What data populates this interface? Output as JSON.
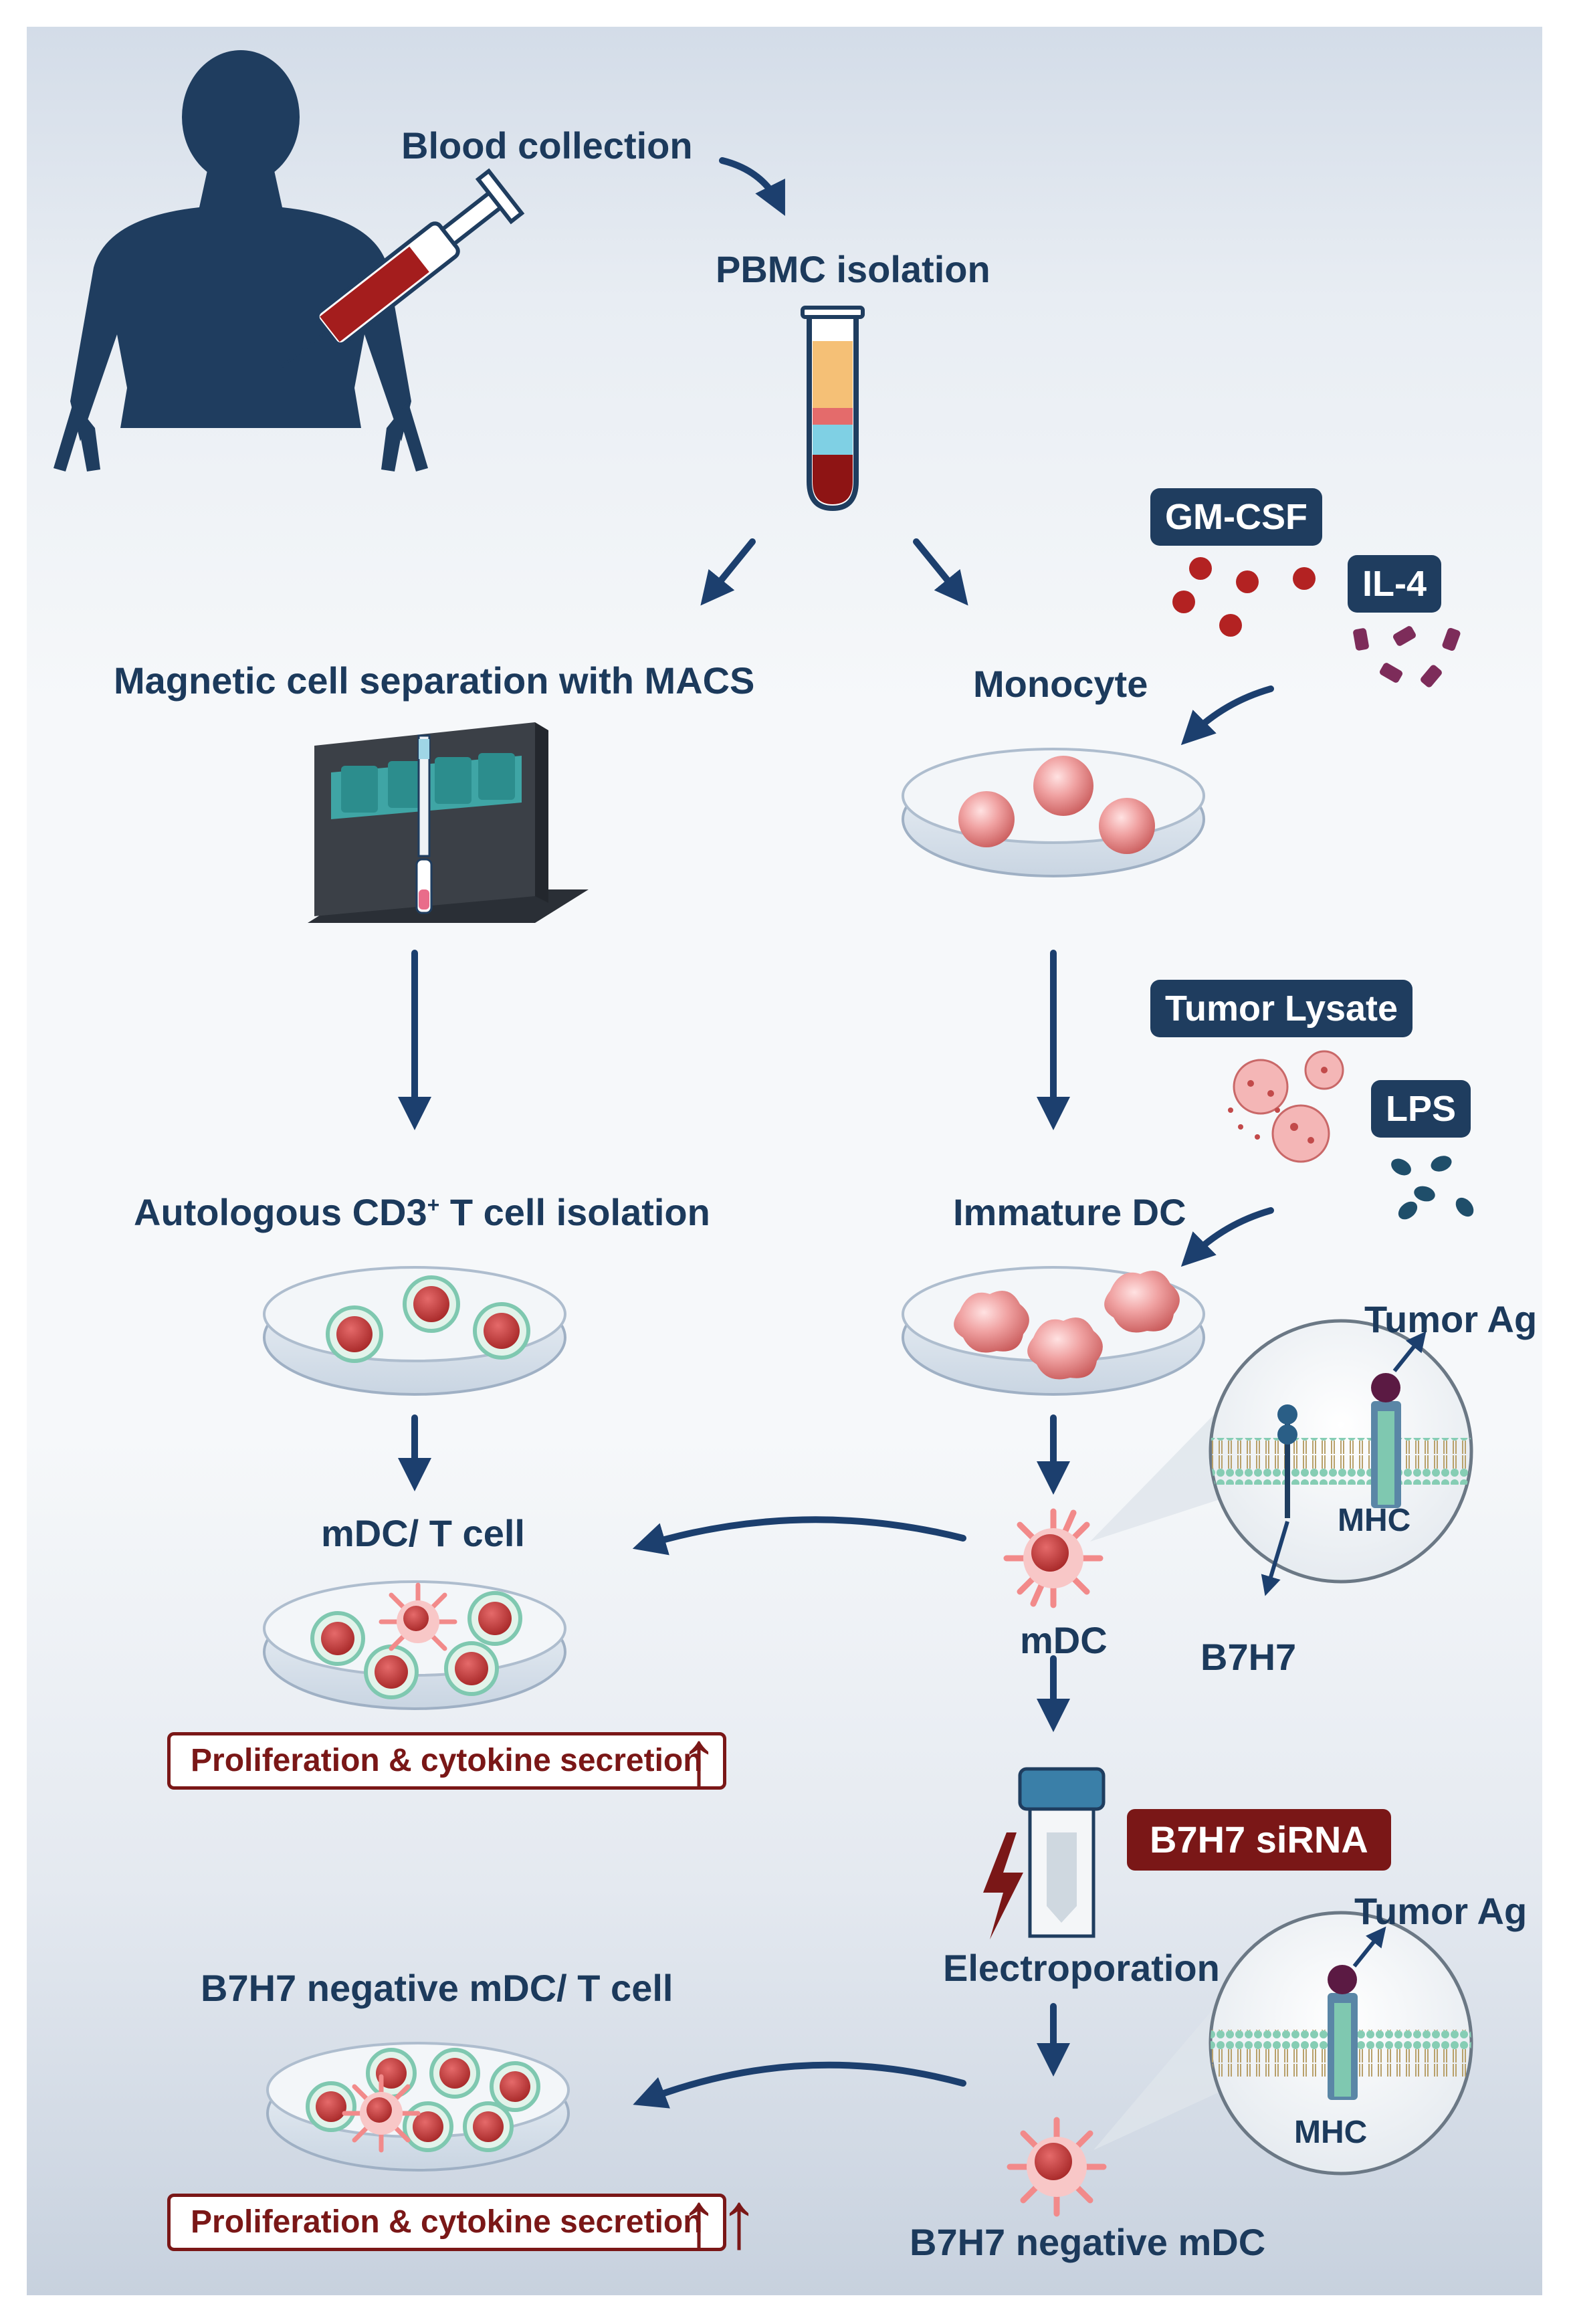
{
  "labels": {
    "blood_collection": "Blood collection",
    "pbmc_isolation": "PBMC isolation",
    "macs": "Magnetic cell separation with MACS",
    "monocyte": "Monocyte",
    "cd3_prefix": "Autologous CD3",
    "cd3_sup": "+",
    "cd3_suffix": " T cell isolation",
    "immature_dc": "Immature DC",
    "mdc_t_cell": "mDC/ T cell",
    "mdc": "mDC",
    "tumor_ag_1": "Tumor Ag",
    "mhc_1": "MHC",
    "b7h7": "B7H7",
    "electroporation": "Electroporation",
    "b7h7_neg_mdc_t_cell": "B7H7 negative mDC/ T cell",
    "tumor_ag_2": "Tumor Ag",
    "mhc_2": "MHC",
    "b7h7_neg_mdc": "B7H7 negative mDC"
  },
  "reagents": {
    "gm_csf": "GM-CSF",
    "il4": "IL-4",
    "tumor_lysate": "Tumor Lysate",
    "lps": "LPS",
    "b7h7_sirna": "B7H7 siRNA"
  },
  "outcomes": {
    "outcome_1": "Proliferation & cytokine secretion",
    "outcome_1_arrow": "↑",
    "outcome_2": "Proliferation & cytokine secretion",
    "outcome_2_arrow": "↑↑"
  },
  "colors": {
    "navy": "#1f3d5f",
    "label_text": "#1c3a5c",
    "dark_red": "#7a1717",
    "arrow": "#1c3f6e",
    "cell_pink": "#e98a8a",
    "membrane_teal": "#7fc8b0"
  }
}
